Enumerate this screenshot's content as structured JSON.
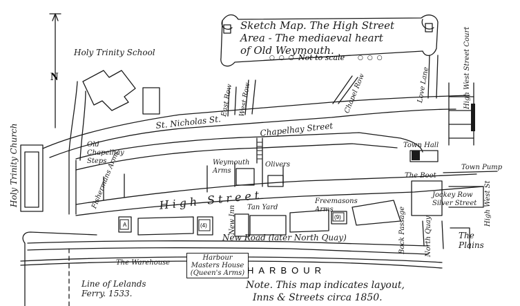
{
  "map": {
    "title_lines": [
      "Sketch Map. The High Street",
      "Area - The mediaeval heart",
      "of Old Weymouth."
    ],
    "scale_note": "Not to scale",
    "north_letter": "N",
    "water_label": "HARBOUR",
    "note_lines": [
      "Note. This map indicates layout,",
      "Inns & Streets circa 1850."
    ],
    "labels": {
      "holy_trinity_school": "Holy Trinity School",
      "holy_trinity_church": "Holy Trinity Church",
      "st_nicholas_st": "St. Nicholas St.",
      "chapelhay_street": "Chapelhay Street",
      "east_row": "East Row",
      "west_row": "West Row",
      "chapel_row": "Chapel Row",
      "love_lane": "Love Lane",
      "high_west_street_court": "High West Street Court",
      "old_chapelhay_steps": "Old Chapelhay Steps",
      "fishermans_arms": "Fishermans Arms.",
      "weymouth_arms": "Weymouth Arms",
      "olivers": "Olivers",
      "town_hall": "Town Hall",
      "the_boot": "The Boot",
      "town_pump": "Town Pump",
      "jockey_row": "Jockey Row",
      "silver_street": "Silver Street",
      "high_west_st": "High West St",
      "high_street": "High Street",
      "new_inn": "New Inn",
      "tan_yard": "Tan Yard",
      "freemasons_arms": "Freemasons Arms",
      "new_road": "New Road (later North Quay)",
      "bock_passage": "Bock Passage",
      "north_quay": "North Quay",
      "the_plains": "The Plains",
      "the_warehouse": "The Warehouse",
      "harbour_masters_house": "Harbour Masters House (Queen's Arms)",
      "line_of_lelands_ferry": "Line of Lelands Ferry. 1533."
    },
    "markers": {
      "a": "A",
      "four": "(4)",
      "nine": "(9)"
    }
  }
}
